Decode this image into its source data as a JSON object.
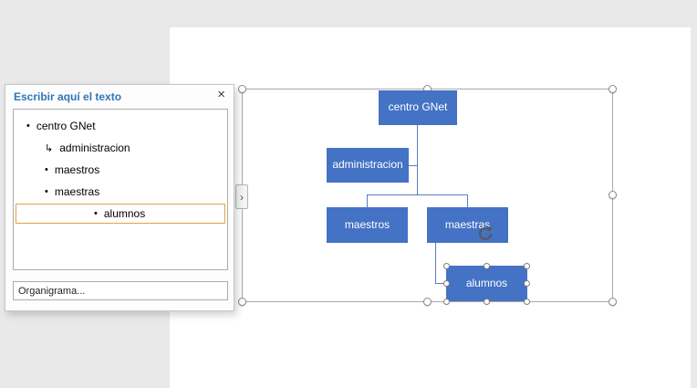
{
  "text_pane": {
    "title": "Escribir aquí el texto",
    "close_glyph": "×",
    "collapse_glyph": "›",
    "items": [
      {
        "label": "centro GNet",
        "bullet": "•",
        "level": 0
      },
      {
        "label": "administracion",
        "bullet": "↳",
        "level": 1
      },
      {
        "label": "maestros",
        "bullet": "•",
        "level": 1
      },
      {
        "label": "maestras",
        "bullet": "•",
        "level": 1
      },
      {
        "label": "alumnos",
        "bullet": "•",
        "level": 2,
        "selected": true
      }
    ],
    "footer": "Organigrama..."
  },
  "diagram": {
    "accent_color": "#4472C4",
    "nodes": [
      {
        "label": "centro GNet",
        "role": "root"
      },
      {
        "label": "administracion",
        "role": "assistant-of-root"
      },
      {
        "label": "maestros",
        "role": "child-of-root"
      },
      {
        "label": "maestras",
        "role": "child-of-root"
      },
      {
        "label": "alumnos",
        "role": "child-of-maestras",
        "selected": true
      }
    ]
  }
}
